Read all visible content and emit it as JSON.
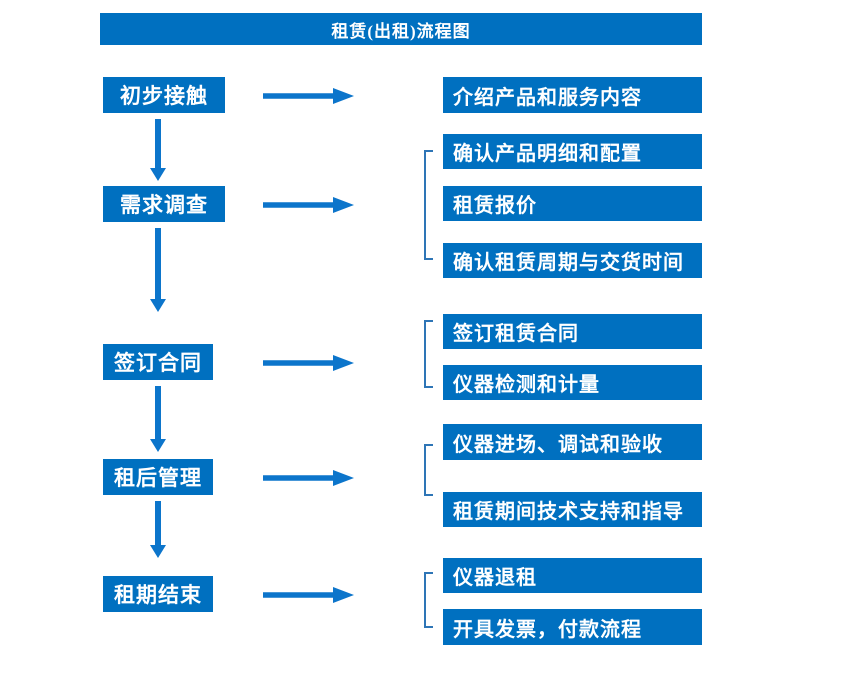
{
  "title": "租赁(出租)流程图",
  "colors": {
    "box_blue": "#0070C0",
    "arrow_blue": "#0C75CB",
    "bracket_blue": "#2E75B6",
    "text_white": "#FFFFFF"
  },
  "icons": {
    "right_arrow": "→",
    "down_arrow": "↓"
  },
  "groups": [
    {
      "step": "初步接触",
      "details": [
        "介绍产品和服务内容"
      ]
    },
    {
      "step": "需求调查",
      "details": [
        "确认产品明细和配置",
        "租赁报价",
        "确认租赁周期与交货时间"
      ]
    },
    {
      "step": "签订合同",
      "details": [
        "签订租赁合同",
        "仪器检测和计量"
      ]
    },
    {
      "step": "租后管理",
      "details": [
        "仪器进场、调试和验收",
        "租赁期间技术支持和指导"
      ]
    },
    {
      "step": "租期结束",
      "details": [
        "仪器退租",
        "开具发票，付款流程"
      ]
    }
  ]
}
